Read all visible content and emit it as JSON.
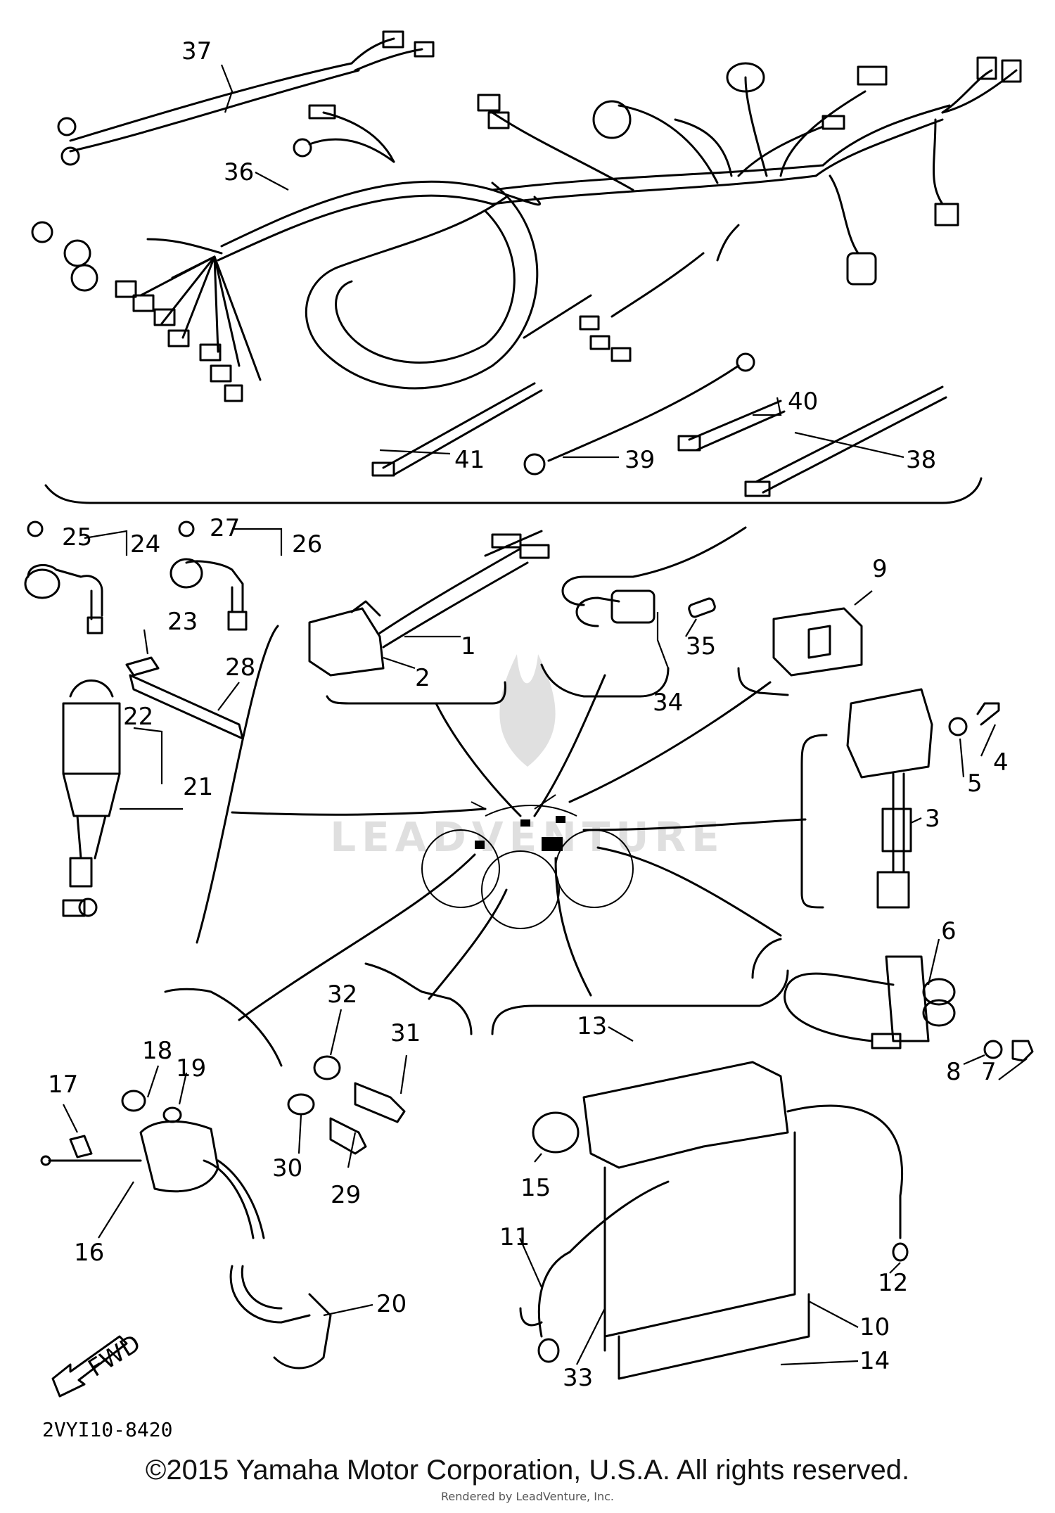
{
  "diagram_code": "2VYI10-8420",
  "fwd_label": "FWD",
  "copyright": "©2015 Yamaha Motor Corporation, U.S.A. All rights reserved.",
  "rendered_by": "Rendered by LeadVenture, Inc.",
  "watermark": "LEADVENTURE",
  "labels": {
    "p1": "1",
    "p2": "2",
    "p3": "3",
    "p4": "4",
    "p5": "5",
    "p6": "6",
    "p7": "7",
    "p8": "8",
    "p9": "9",
    "p10": "10",
    "p11": "11",
    "p12": "12",
    "p13": "13",
    "p14": "14",
    "p15": "15",
    "p16": "16",
    "p17": "17",
    "p18": "18",
    "p19": "19",
    "p20": "20",
    "p21": "21",
    "p22": "22",
    "p23": "23",
    "p24": "24",
    "p25": "25",
    "p26": "26",
    "p27": "27",
    "p28": "28",
    "p29": "29",
    "p30": "30",
    "p31": "31",
    "p32": "32",
    "p33": "33",
    "p34": "34",
    "p35": "35",
    "p36": "36",
    "p37": "37",
    "p38": "38",
    "p39": "39",
    "p40": "40",
    "p41": "41"
  }
}
